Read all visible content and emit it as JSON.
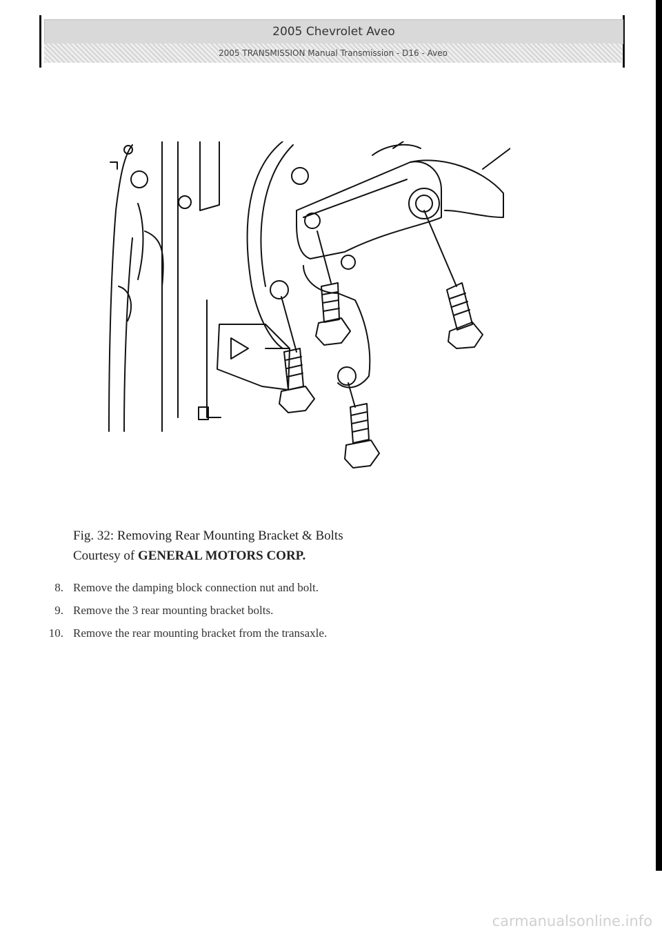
{
  "header": {
    "title": "2005 Chevrolet Aveo",
    "subtitle": "2005 TRANSMISSION Manual Transmission - D16 - Aveo"
  },
  "figure": {
    "caption_line1": "Fig. 32: Removing Rear Mounting Bracket & Bolts",
    "credit_prefix": "Courtesy of",
    "credit_name": "GENERAL MOTORS CORP."
  },
  "steps": [
    {
      "num": "8.",
      "text": "Remove the damping block connection nut and bolt."
    },
    {
      "num": "9.",
      "text": "Remove the 3 rear mounting bracket bolts."
    },
    {
      "num": "10.",
      "text": "Remove the rear mounting bracket from the transaxle."
    }
  ],
  "watermark": "carmanualsonline.info"
}
